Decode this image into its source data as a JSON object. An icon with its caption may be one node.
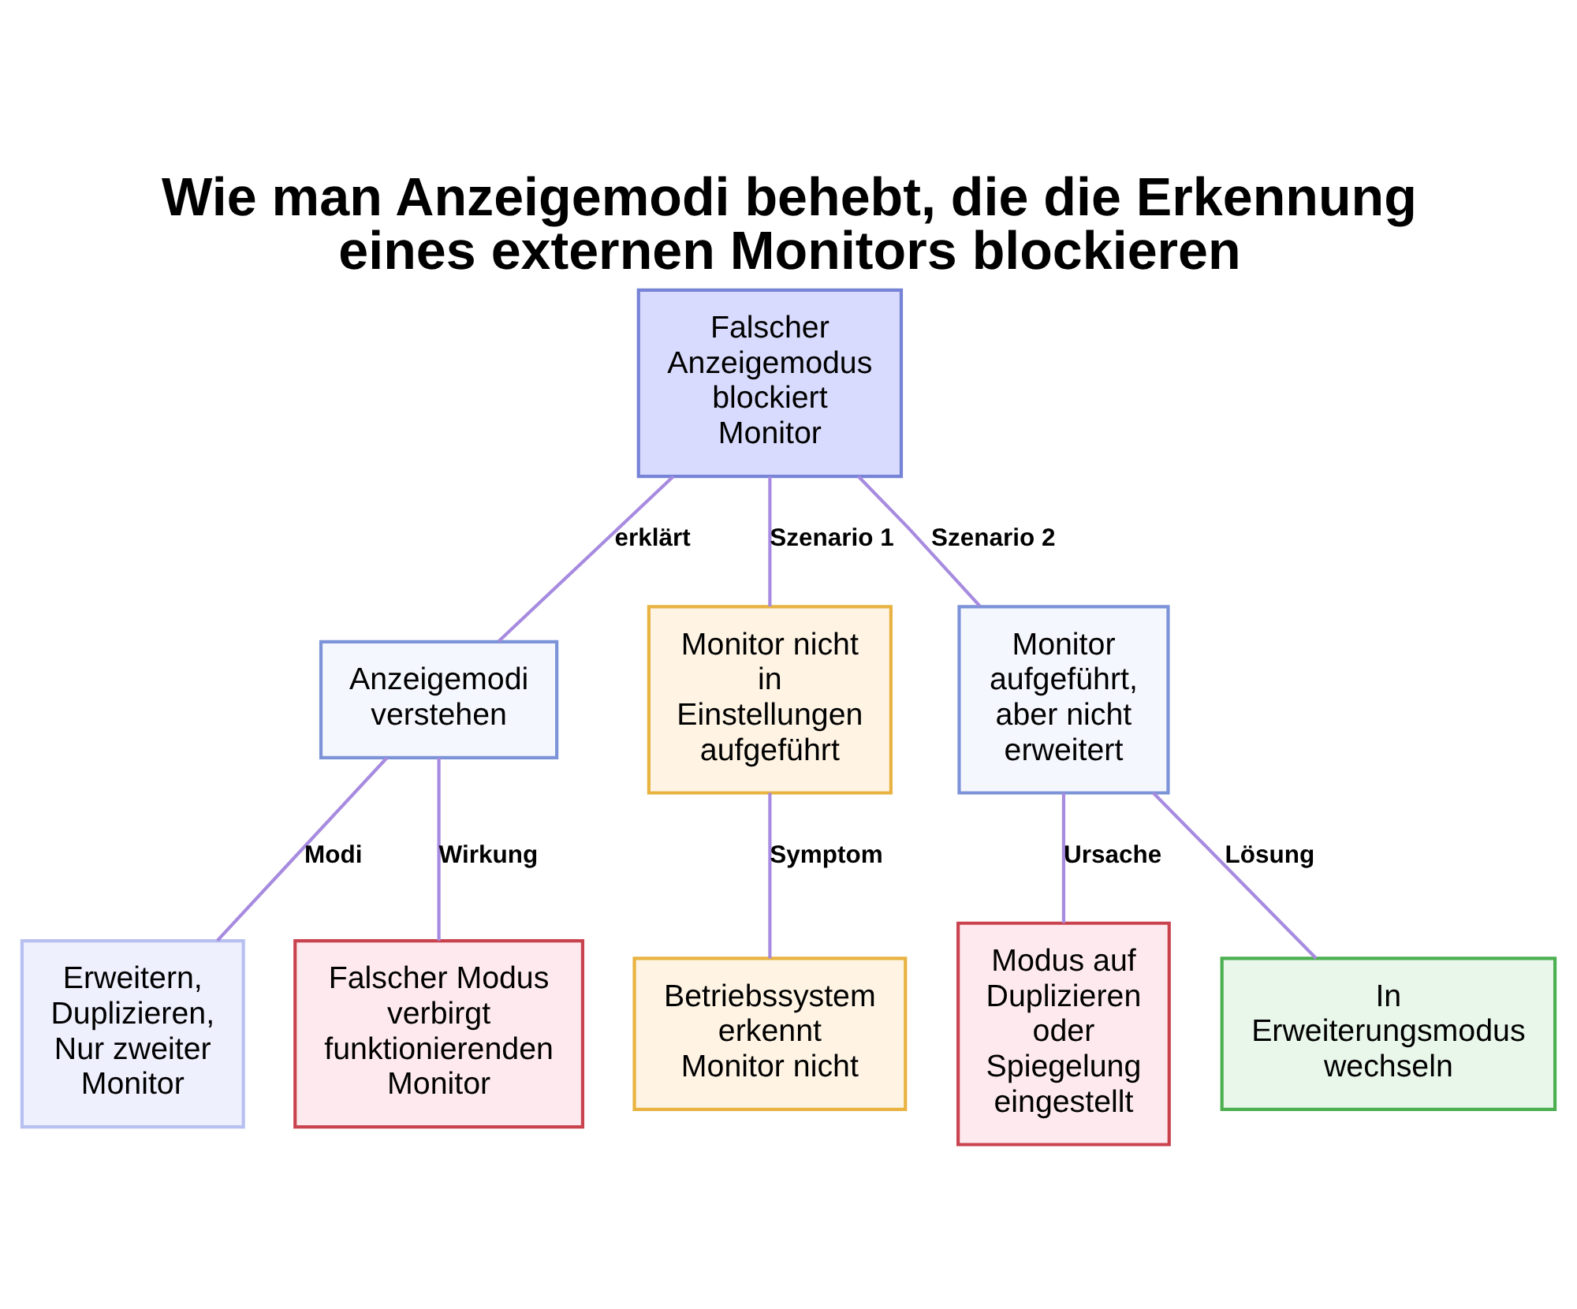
{
  "diagram": {
    "title": "Wie man Anzeigemodi behebt, die die Erkennung eines externen Monitors blockieren",
    "nodes": [
      {
        "text": [
          "Falscher Anzeigemodus blockiert Monitor"
        ]
      },
      {
        "text": [
          "Anzeigemodi verstehen"
        ]
      },
      {
        "text": [
          "Monitor nicht in Einstellungen aufgeführt"
        ]
      },
      {
        "text": [
          "Monitor aufgeführt, aber nicht erweitert"
        ]
      },
      {
        "text": [
          "Erweitern, Duplizieren, Nur zweiter Monitor"
        ]
      },
      {
        "text": [
          "Falscher Modus verbirgt funktionierenden Monitor"
        ]
      },
      {
        "text": [
          "Betriebssystem erkennt Monitor nicht"
        ]
      },
      {
        "text": [
          "Modus auf Duplizieren oder Spiegelung eingestellt"
        ]
      },
      {
        "text": [
          "In Erweiterungsmodus wechseln"
        ]
      }
    ],
    "edges": [
      {
        "from": 0,
        "to": 1,
        "arrow": "none",
        "label": "erklärt"
      },
      {
        "from": 0,
        "to": 2,
        "arrow": "none",
        "label": "Szenario 1"
      },
      {
        "from": 0,
        "to": 3,
        "arrow": "none",
        "label": "Szenario 2"
      },
      {
        "from": 1,
        "to": 4,
        "arrow": "none",
        "label": "Modi"
      },
      {
        "from": 1,
        "to": 5,
        "arrow": "none",
        "label": "Wirkung"
      },
      {
        "from": 2,
        "to": 6,
        "arrow": "none",
        "label": "Symptom"
      },
      {
        "from": 3,
        "to": 7,
        "arrow": "none",
        "label": "Ursache"
      },
      {
        "from": 3,
        "to": 8,
        "arrow": "none",
        "label": "Lösung"
      }
    ]
  }
}
